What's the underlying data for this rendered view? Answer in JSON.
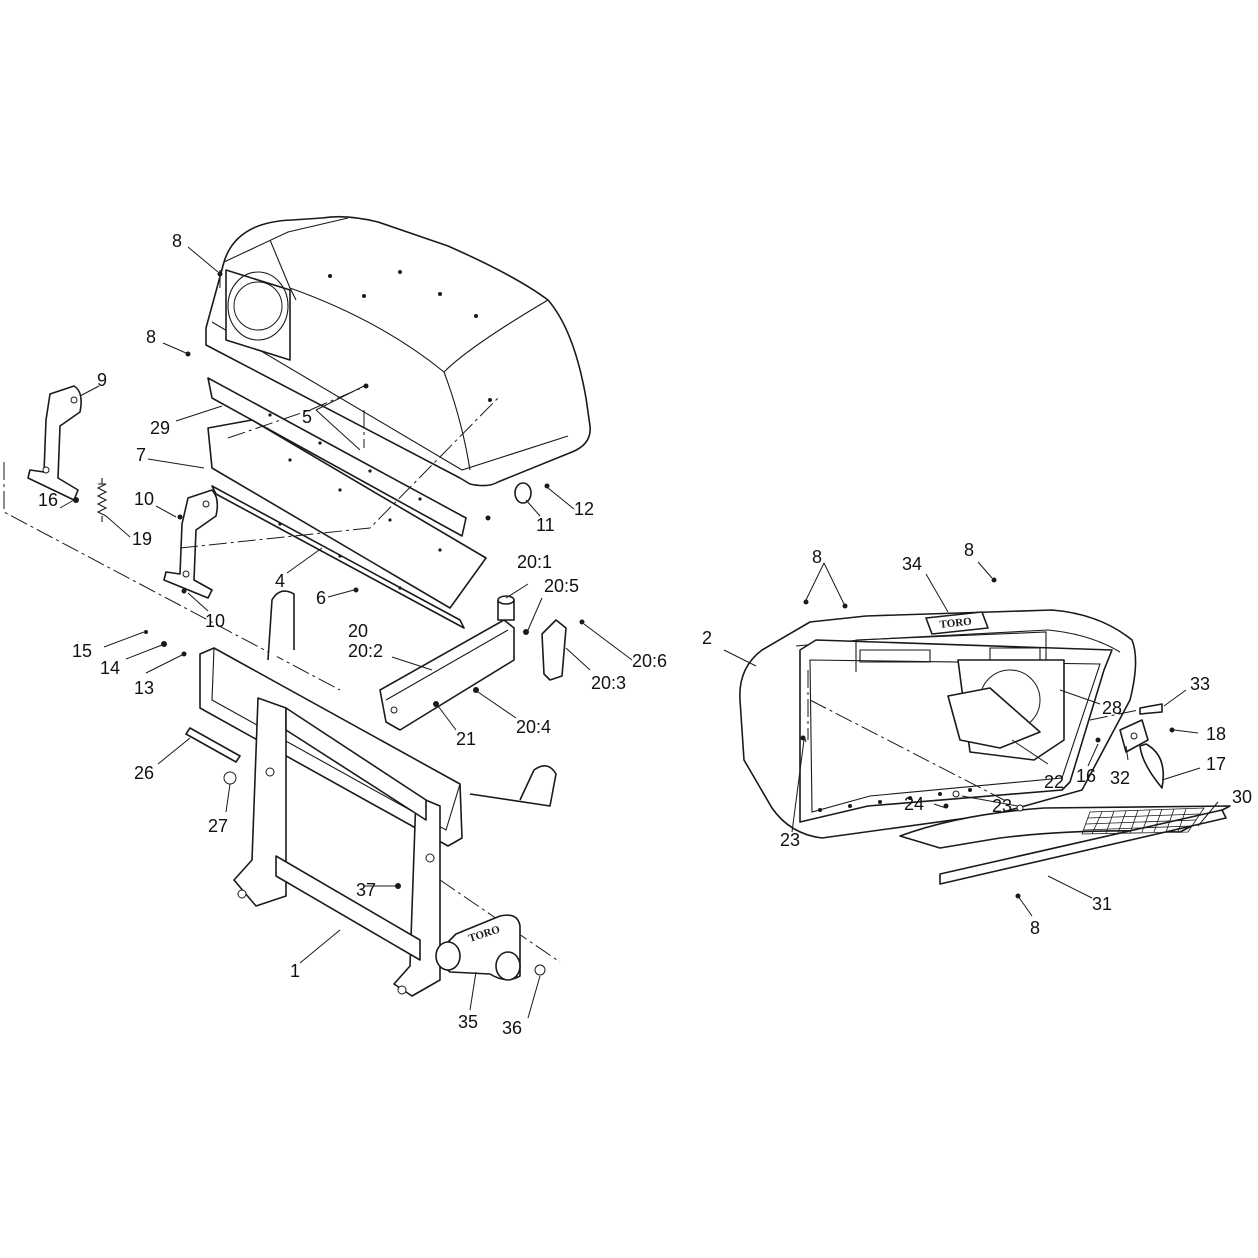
{
  "callouts": [
    {
      "id": "c8a",
      "text": "8"
    },
    {
      "id": "c8b",
      "text": "8"
    },
    {
      "id": "c9",
      "text": "9"
    },
    {
      "id": "c29",
      "text": "29"
    },
    {
      "id": "c5",
      "text": "5"
    },
    {
      "id": "c7",
      "text": "7"
    },
    {
      "id": "c10a",
      "text": "10"
    },
    {
      "id": "c16a",
      "text": "16"
    },
    {
      "id": "c19",
      "text": "19"
    },
    {
      "id": "c12",
      "text": "12"
    },
    {
      "id": "c11",
      "text": "11"
    },
    {
      "id": "c4",
      "text": "4"
    },
    {
      "id": "c6",
      "text": "6"
    },
    {
      "id": "c10b",
      "text": "10"
    },
    {
      "id": "c20_1",
      "text": "20:1"
    },
    {
      "id": "c20_5",
      "text": "20:5"
    },
    {
      "id": "c20",
      "text": "20"
    },
    {
      "id": "c20_2",
      "text": "20:2"
    },
    {
      "id": "c20_6",
      "text": "20:6"
    },
    {
      "id": "c20_3",
      "text": "20:3"
    },
    {
      "id": "c20_4",
      "text": "20:4"
    },
    {
      "id": "c21",
      "text": "21"
    },
    {
      "id": "c15",
      "text": "15"
    },
    {
      "id": "c14",
      "text": "14"
    },
    {
      "id": "c13",
      "text": "13"
    },
    {
      "id": "c26",
      "text": "26"
    },
    {
      "id": "c27",
      "text": "27"
    },
    {
      "id": "c37",
      "text": "37"
    },
    {
      "id": "c1",
      "text": "1"
    },
    {
      "id": "c35",
      "text": "35"
    },
    {
      "id": "c36",
      "text": "36"
    },
    {
      "id": "c8c",
      "text": "8"
    },
    {
      "id": "c34",
      "text": "34"
    },
    {
      "id": "c8d",
      "text": "8"
    },
    {
      "id": "c2",
      "text": "2"
    },
    {
      "id": "c33",
      "text": "33"
    },
    {
      "id": "c28",
      "text": "28"
    },
    {
      "id": "c18",
      "text": "18"
    },
    {
      "id": "c16b",
      "text": "16"
    },
    {
      "id": "c32",
      "text": "32"
    },
    {
      "id": "c17",
      "text": "17"
    },
    {
      "id": "c22",
      "text": "22"
    },
    {
      "id": "c23a",
      "text": "23"
    },
    {
      "id": "c24",
      "text": "24"
    },
    {
      "id": "c23b",
      "text": "23"
    },
    {
      "id": "c30",
      "text": "30"
    },
    {
      "id": "c31",
      "text": "31"
    },
    {
      "id": "c8e",
      "text": "8"
    }
  ],
  "labels": {
    "hood_logo": "TORO",
    "handle_logo": "TORO"
  }
}
